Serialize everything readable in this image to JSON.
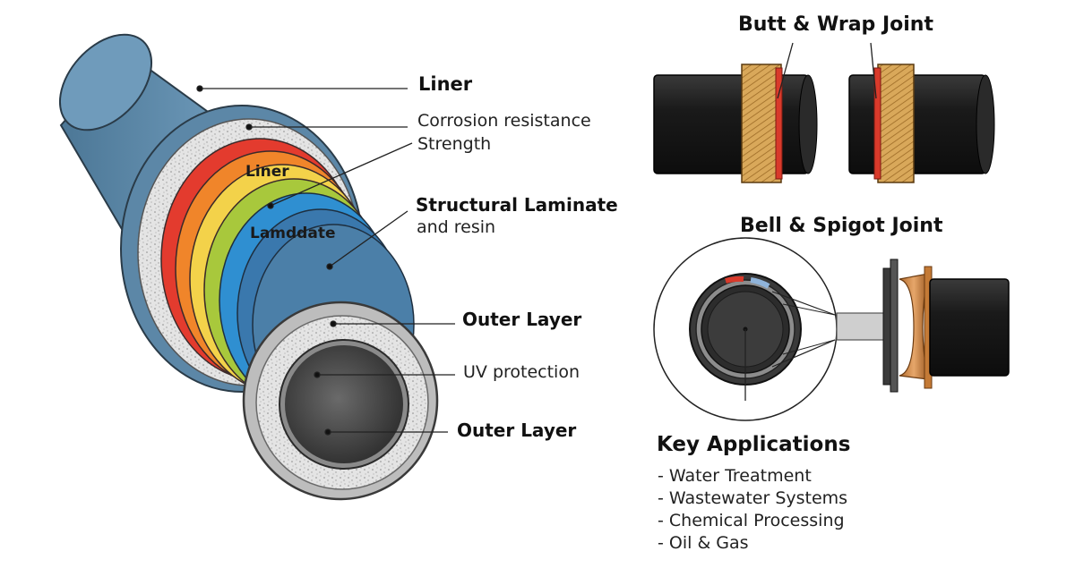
{
  "pipe": {
    "callouts": {
      "liner_title": "Liner",
      "corrosion": "Corrosion resistance",
      "strength": "Strength",
      "structural_title": "Structural Laminate",
      "resin": "and resin",
      "outer_title": "Outer Layer",
      "uv": "UV protection",
      "outer_title_2": "Outer Layer"
    },
    "band_labels": {
      "liner": "Liner",
      "laminate": "Lamddate"
    },
    "colors": {
      "outer_shell": "#5b87a8",
      "red": "#e33b2e",
      "orange": "#f0852a",
      "yellow": "#f3d24a",
      "green": "#a8c83c",
      "blue": "#2f8fd1",
      "dark_blue": "#3a78ad",
      "white_ring": "#d9d9d9",
      "bore": "#454545"
    }
  },
  "joints": {
    "butt_wrap_title": "Butt & Wrap Joint",
    "bell_spigot_title": "Bell & Spigot Joint",
    "colors": {
      "pipe": "#1f1f1f",
      "wrap": "#d4a150",
      "seal": "#d93a2b"
    }
  },
  "applications": {
    "title": "Key Applications",
    "items": [
      "- Water Treatment",
      "- Wastewater Systems",
      "- Chemical Processing",
      "- Oil & Gas"
    ]
  }
}
